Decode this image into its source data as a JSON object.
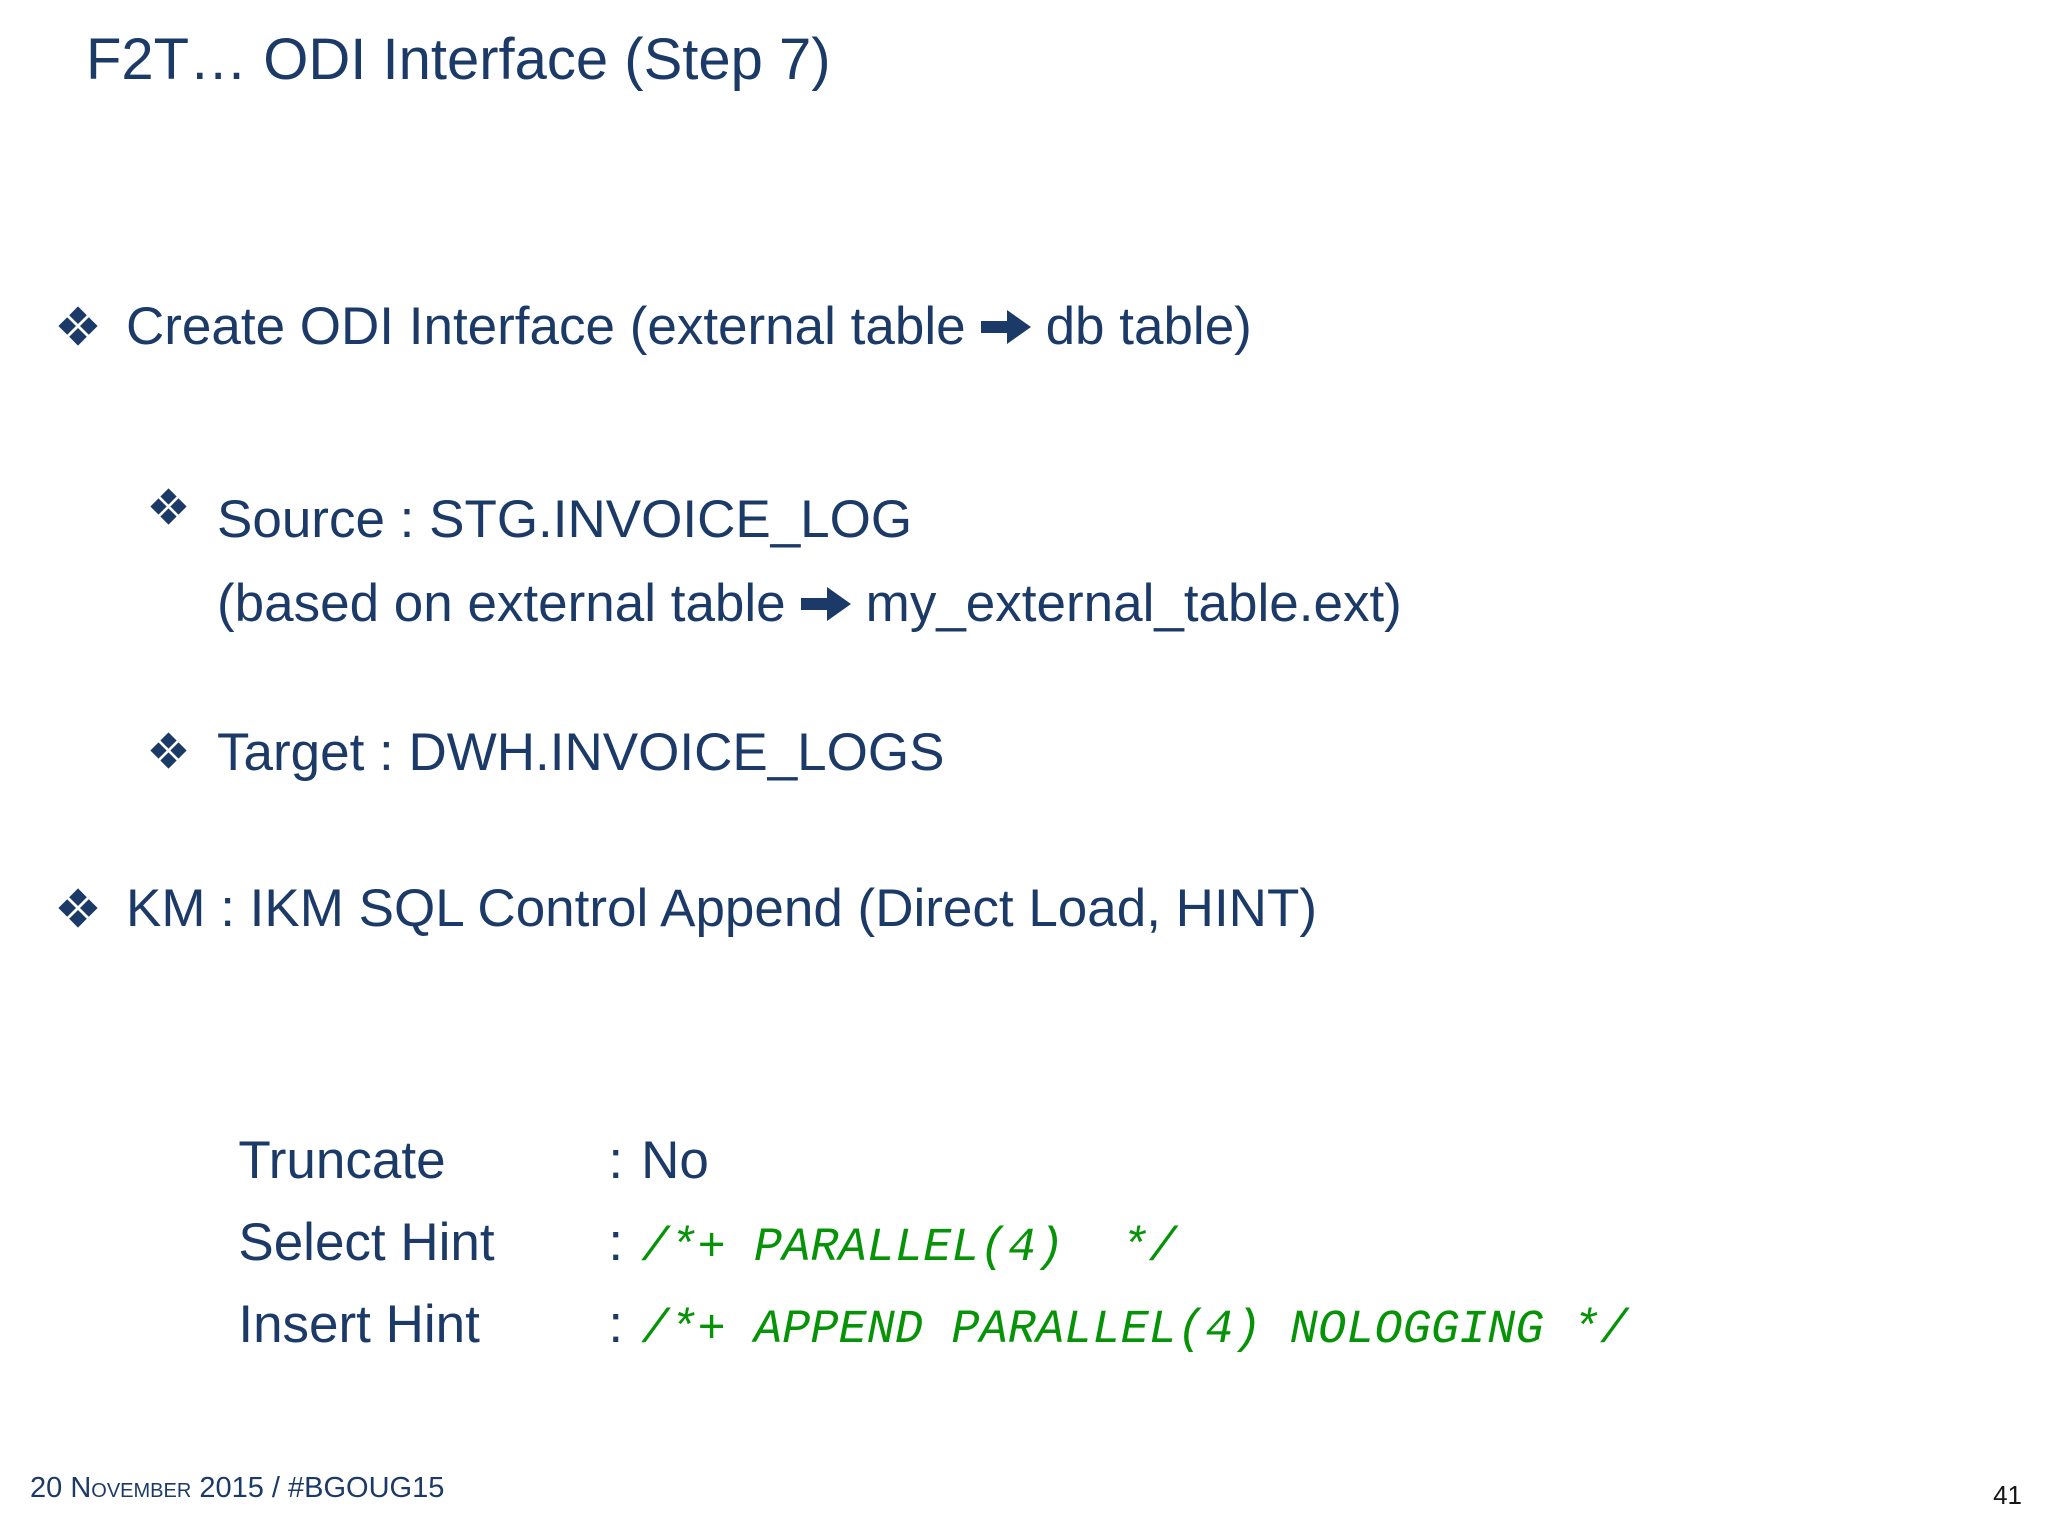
{
  "colors": {
    "text_navy": "#1c3a67",
    "code_green": "#079307",
    "page_number": "#161616",
    "background": "#ffffff"
  },
  "slide": {
    "title": "F2T… ODI Interface (Step 7)",
    "bullet_create": {
      "pre": "Create ODI Interface (external table",
      "post": "db table)"
    },
    "bullet_source": "Source : STG.INVOICE_LOG",
    "source_continuation": {
      "pre": "(based on external table",
      "post": "my_external_table.ext)"
    },
    "bullet_target": "Target : DWH.INVOICE_LOGS",
    "bullet_km": "KM : IKM SQL Control Append (Direct Load, HINT)",
    "km_options": [
      {
        "label": "Truncate",
        "separator": ":",
        "value": "No"
      },
      {
        "label": "Select Hint",
        "separator": ":",
        "value": "/*+ PARALLEL(4)  */"
      },
      {
        "label": "Insert Hint",
        "separator": ":",
        "value": "/*+ APPEND PARALLEL(4) NOLOGGING */"
      }
    ]
  },
  "footer": {
    "date_event": "20 November 2015 / #BGOUG15",
    "page_number": "41"
  }
}
